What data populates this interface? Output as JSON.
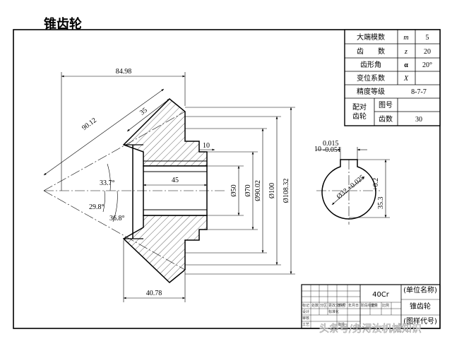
{
  "title": "锥齿轮",
  "param_table": {
    "rows": [
      {
        "label": "大端模数",
        "symbol": "m",
        "value": "5"
      },
      {
        "label": "齿　　数",
        "symbol": "z",
        "value": "20"
      },
      {
        "label": "齿形角",
        "symbol": "α",
        "value": "20°"
      },
      {
        "label": "变位系数",
        "symbol": "X",
        "value": ""
      },
      {
        "label": "精度等级",
        "symbol": "",
        "value": "8-7-7"
      }
    ],
    "mate": {
      "label_line1": "配对",
      "label_line2": "齿轮",
      "rows": [
        {
          "label": "图号",
          "value": ""
        },
        {
          "label": "齿数",
          "value": "30"
        }
      ]
    }
  },
  "dimensions": {
    "top_width": "84.98",
    "slant_90": "90.12",
    "face_35": "35",
    "hub_10": "10",
    "bore_length": "45",
    "angle_33": "33.7°",
    "angle_29": "29.8°",
    "angle_36": "36.8°",
    "bottom_width": "40.78",
    "d50": "Ø50",
    "d70": "Ø70",
    "d90": "Ø90.02",
    "d100": "Ø100",
    "d108": "Ø108.32"
  },
  "key_section": {
    "width_value": "10",
    "width_tol_upper": "0.015",
    "width_tol_lower": "-0.051",
    "bore_value": "Ø32",
    "bore_tol": "+0.025",
    "depth_value": "35.3",
    "depth_tol": "+0.2"
  },
  "title_block": {
    "material": "40Cr",
    "unit_name": "(单位名称)",
    "drawing_name": "锥齿轮",
    "drawing_no": "(图样代号)",
    "labels": [
      "标记",
      "处数",
      "分区",
      "更改文件号",
      "签名",
      "年月日",
      "设计",
      "标准化",
      "阶段标记",
      "重量",
      "比例",
      "审核",
      "工艺",
      "批准"
    ]
  },
  "watermark": "头条号/务浔汝机械知识"
}
